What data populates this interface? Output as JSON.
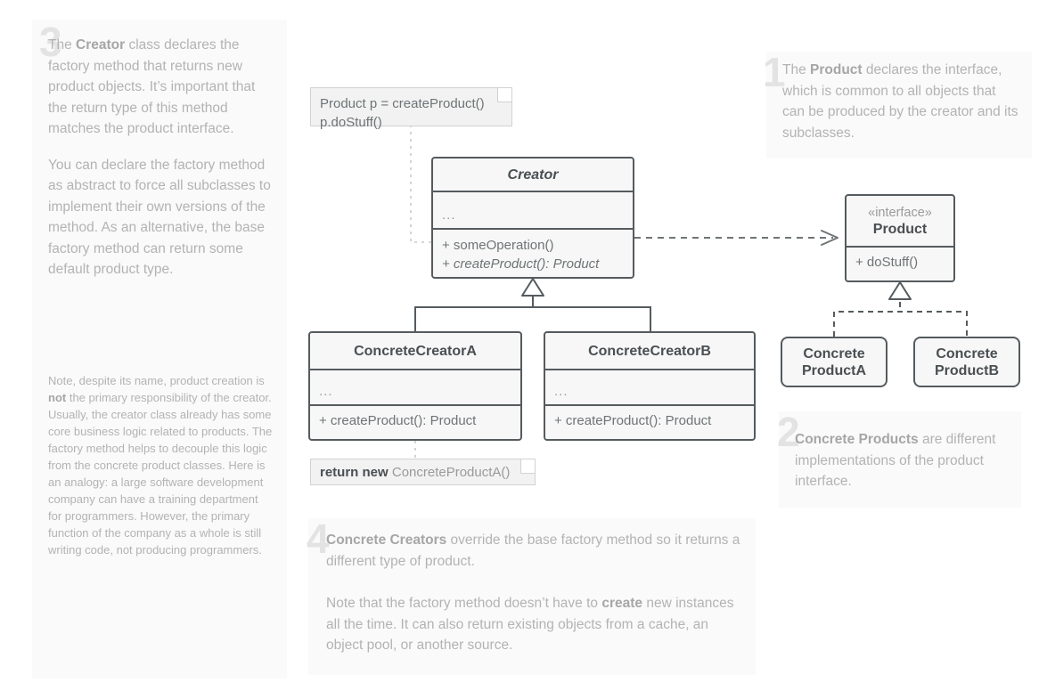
{
  "diagram": {
    "title": "Factory Method pattern UML structure",
    "colors": {
      "panel_bg": "#fafafa",
      "box_border": "#555b5e",
      "box_fill": "#f7f7f7",
      "note_fill": "#f2f2f2",
      "note_border": "#d2d2d2",
      "body_text": "#b3b3b3",
      "uml_text": "#6f7476",
      "uml_title": "#4a4f52",
      "number_badge": "#e3e3e3"
    }
  },
  "annotations": {
    "three": {
      "number": "3",
      "p1_lead": "The ",
      "p1_bold": "Creator",
      "p1_rest": " class declares the factory method that returns new product objects. It’s important that the return type of this method matches the product interface.",
      "p2": "You can declare the factory method as abstract to force all subclasses to implement their own versions of the method. As an alternative, the base factory method can return some default product type.",
      "p3_lead": "Note, despite its name, product creation is ",
      "p3_bold": "not",
      "p3_rest": " the primary responsibility of the creator. Usually, the creator class already has some core business logic related to products. The factory method helps to decouple this logic from the concrete product classes. Here is an analogy: a large software development company can have a training department for programmers. However, the primary function of the company as a whole is still writing code, not producing programmers."
    },
    "one": {
      "number": "1",
      "lead": "The ",
      "bold": "Product",
      "rest": " declares the interface, which is common to all objects that can be produced by the creator and its subclasses."
    },
    "two": {
      "number": "2",
      "bold": "Concrete Products",
      "rest": " are different implementations of the product interface."
    },
    "four": {
      "number": "4",
      "p1_bold": "Concrete Creators",
      "p1_rest": " override the base factory method so it returns a different type of product.",
      "p2_lead": "Note that the factory method doesn’t have to ",
      "p2_bold": "create",
      "p2_rest": " new instances all the time. It can also return existing objects from a cache, an object pool, or another source."
    }
  },
  "notes": {
    "client_code": {
      "line1": "Product p = createProduct()",
      "line2": "p.doStuff()"
    },
    "return_new": {
      "bold": "return new",
      "rest": " ConcreteProductA()"
    }
  },
  "classes": {
    "creator": {
      "name": "Creator",
      "attributes": "...",
      "op1": "+ someOperation()",
      "op2": "+ createProduct(): Product"
    },
    "product": {
      "stereotype": "«interface»",
      "name": "Product",
      "op1": "+ doStuff()"
    },
    "concrete_creator_a": {
      "name": "ConcreteCreatorA",
      "attributes": "...",
      "op1": "+ createProduct(): Product"
    },
    "concrete_creator_b": {
      "name": "ConcreteCreatorB",
      "attributes": "...",
      "op1": "+ createProduct(): Product"
    },
    "concrete_product_a": {
      "line1": "Concrete",
      "line2": "ProductA"
    },
    "concrete_product_b": {
      "line1": "Concrete",
      "line2": "ProductB"
    }
  }
}
